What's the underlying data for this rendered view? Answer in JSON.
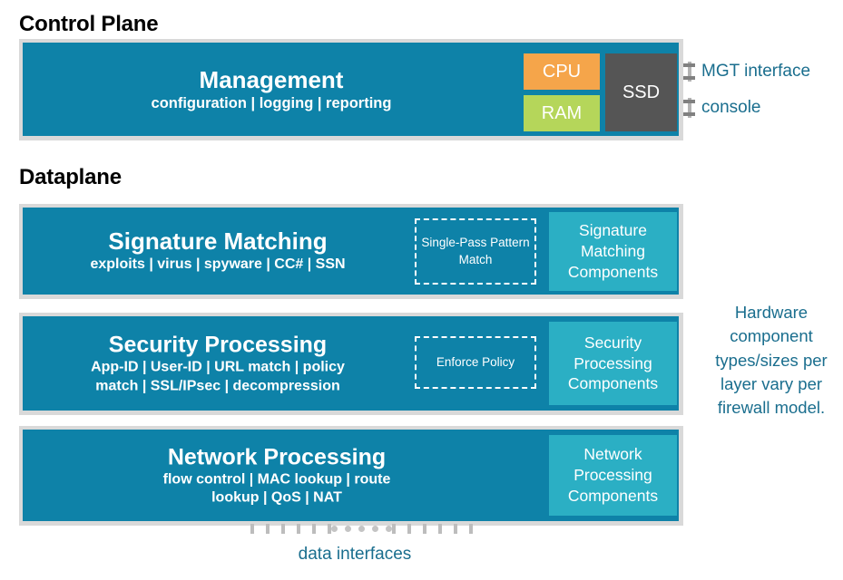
{
  "sections": {
    "control_plane_heading": "Control Plane",
    "dataplane_heading": "Dataplane"
  },
  "layers": {
    "management": {
      "title": "Management",
      "subtitle": "configuration | logging | reporting",
      "hardware": {
        "cpu": "CPU",
        "ram": "RAM",
        "ssd": "SSD"
      }
    },
    "signature_matching": {
      "title": "Signature Matching",
      "subtitle": "exploits | virus | spyware | CC# | SSN",
      "dashed_label": "Single-Pass Pattern Match",
      "components_label": "Signature Matching Components"
    },
    "security_processing": {
      "title": "Security Processing",
      "subtitle_line1": "App-ID | User-ID | URL match | policy",
      "subtitle_line2": "match | SSL/IPsec | decompression",
      "dashed_label": "Enforce Policy",
      "components_label": "Security Processing Components"
    },
    "network_processing": {
      "title": "Network Processing",
      "subtitle_line1": "flow control | MAC lookup | route",
      "subtitle_line2": "lookup | QoS | NAT",
      "components_label": "Network Processing Components"
    }
  },
  "annotations": {
    "mgt_interface": "MGT interface",
    "console": "console",
    "hardware_note": "Hardware component types/sizes per layer vary per firewall model.",
    "data_interfaces": "data interfaces"
  },
  "data_interface_marks": {
    "left_bars": 6,
    "dots": 5,
    "right_bars": 6
  },
  "colors": {
    "panel_teal": "#0e82a8",
    "component_teal": "#2bafc4",
    "frame_gray": "#d9d9d9",
    "cpu_orange": "#f5a54a",
    "ram_green": "#b5d65a",
    "ssd_gray": "#555555",
    "annotation_blue": "#1a6e8e"
  }
}
